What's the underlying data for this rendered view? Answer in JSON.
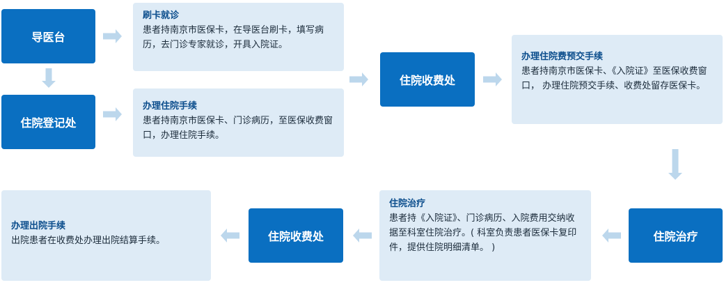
{
  "nodes": {
    "daoyitai": "导医台",
    "registration": "住院登记处",
    "cashier_1": "住院收费处",
    "treatment": "住院治疗",
    "cashier_2": "住院收费处"
  },
  "cards": {
    "card_swipe": {
      "title": "刷卡就诊",
      "body": "患者持南京市医保卡，在导医台刷卡，填写病历，去门诊专家就诊，开具入院证。"
    },
    "card_admission": {
      "title": "办理住院手续",
      "body": "患者持南京市医保卡、门诊病历，至医保收费窗口，办理住院手续。"
    },
    "card_deposit": {
      "title": "办理住院费预交手续",
      "body": "患者持南京市医保卡、《入院证》至医保收费窗口， 办理住院预交手续、收费处留存医保卡。"
    },
    "card_treatment": {
      "title": "住院治疗",
      "body": "患者持《入院证》、门诊病历、入院费用交纳收据至科室住院治疗。( 科室负责患者医保卡复印件，提供住院明细清单。 )"
    },
    "card_discharge": {
      "title": "办理出院手续",
      "body": "出院患者在收费处办理出院结算手续。"
    }
  },
  "colors": {
    "node_fill": "#0a6fc1",
    "card_fill": "#deebf6",
    "title_text": "#0b4d8c",
    "arrow": "#bcd7ec"
  }
}
